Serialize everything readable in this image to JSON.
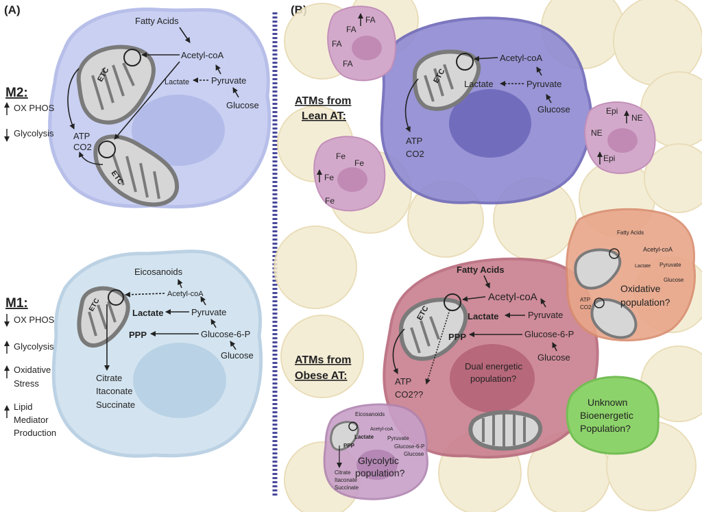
{
  "panelA": {
    "label": "(A)",
    "m2": {
      "title": "M2:",
      "side": [
        "OX PHOS",
        "Glycolysis"
      ],
      "fatty_acids": "Fatty Acids",
      "acetyl": "Acetyl-coA",
      "lactate": "Lactate",
      "pyruvate": "Pyruvate",
      "glucose": "Glucose",
      "atp": "ATP",
      "co2": "CO2",
      "etc": "ETC"
    },
    "m1": {
      "title": "M1:",
      "side": [
        "OX PHOS",
        "Glycolysis",
        "Oxidative",
        "Stress",
        "Lipid",
        "Mediator",
        "Production"
      ],
      "eicosanoids": "Eicosanoids",
      "acetyl": "Acetyl-coA",
      "lactate": "Lactate",
      "pyruvate": "Pyruvate",
      "ppp": "PPP",
      "g6p": "Glucose-6-P",
      "glucose": "Glucose",
      "citrate": "Citrate",
      "itaconate": "Itaconate",
      "succinate": "Succinate",
      "etc": "ETC"
    }
  },
  "panelB": {
    "label": "(B)",
    "lean": {
      "title1": "ATMs from",
      "title2": "Lean AT:",
      "acetyl": "Acetyl-coA",
      "lactate": "Lactate",
      "pyruvate": "Pyruvate",
      "glucose": "Glucose",
      "atp": "ATP",
      "co2": "CO2",
      "etc": "ETC",
      "fa": "FA",
      "fe": "Fe",
      "epi": "Epi",
      "ne": "NE"
    },
    "obese": {
      "title1": "ATMs from",
      "title2": "Obese AT:",
      "fatty_acids": "Fatty Acids",
      "acetyl": "Acetyl-coA",
      "lactate": "Lactate",
      "pyruvate": "Pyruvate",
      "ppp": "PPP",
      "g6p": "Glucose-6-P",
      "glucose": "Glucose",
      "atp": "ATP",
      "co2": "CO2??",
      "etc": "ETC",
      "dual1": "Dual energetic",
      "dual2": "population?",
      "ox1": "Oxidative",
      "ox2": "population?",
      "gly1": "Glycolytic",
      "gly2": "population?",
      "unk1": "Unknown",
      "unk2": "Bioenergetic",
      "unk3": "Population?",
      "citrate": "Citrate",
      "itaconate": "Itaconate",
      "succinate": "Succinate",
      "eicosanoids": "Eicosanoids"
    }
  },
  "colors": {
    "m2_cell": "#c9d0f2",
    "m1_cell": "#d3e4f0",
    "lean_cell": "#8f8ad2",
    "obese_cell": "#c97f8f",
    "eos": "#d3a9cb",
    "green": "#8dd36b",
    "adipocyte": "#f3ead0",
    "divider": "#4a4a9c"
  }
}
